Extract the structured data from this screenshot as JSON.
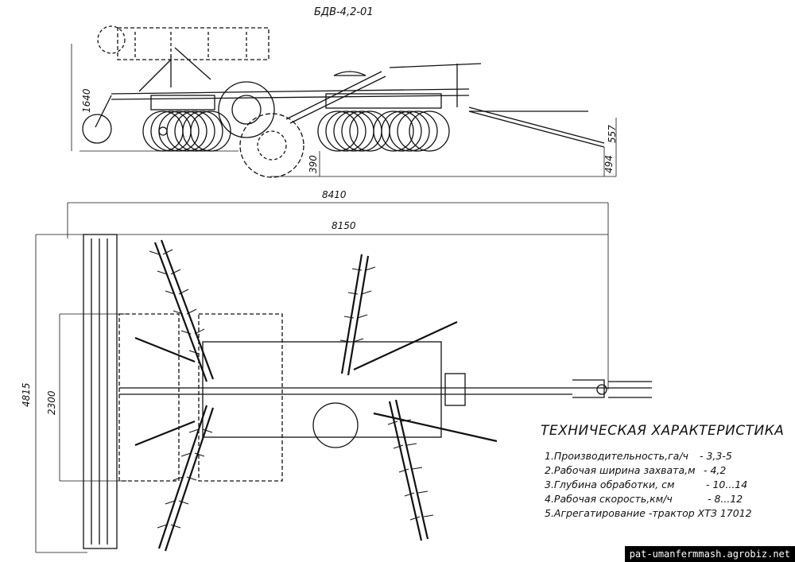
{
  "title": "БДВ-4,2-01",
  "dimensions": {
    "height": "1640",
    "ground_clearance": "390",
    "hitch_height_1": "557",
    "hitch_height_2": "494",
    "overall_length": "8410",
    "frame_length": "8150",
    "overall_width": "4815",
    "track_width": "2300"
  },
  "specs": {
    "heading": "ТЕХНИЧЕСКАЯ ХАРАКТЕРИСТИКА",
    "rows": [
      {
        "label": "1.Производительность,га/ч",
        "value": "- 3,3-5"
      },
      {
        "label": "2.Рабочая ширина захвата,м",
        "value": "- 4,2"
      },
      {
        "label": "3.Глубина обработки, см",
        "value": "- 10...14"
      },
      {
        "label": "4.Рабочая скорость,км/ч",
        "value": "- 8...12"
      },
      {
        "label": "5.Агрегатирование -трактор ХТЗ 17012",
        "value": ""
      }
    ]
  },
  "watermark": "pat-umanfermmash.agrobiz.net"
}
